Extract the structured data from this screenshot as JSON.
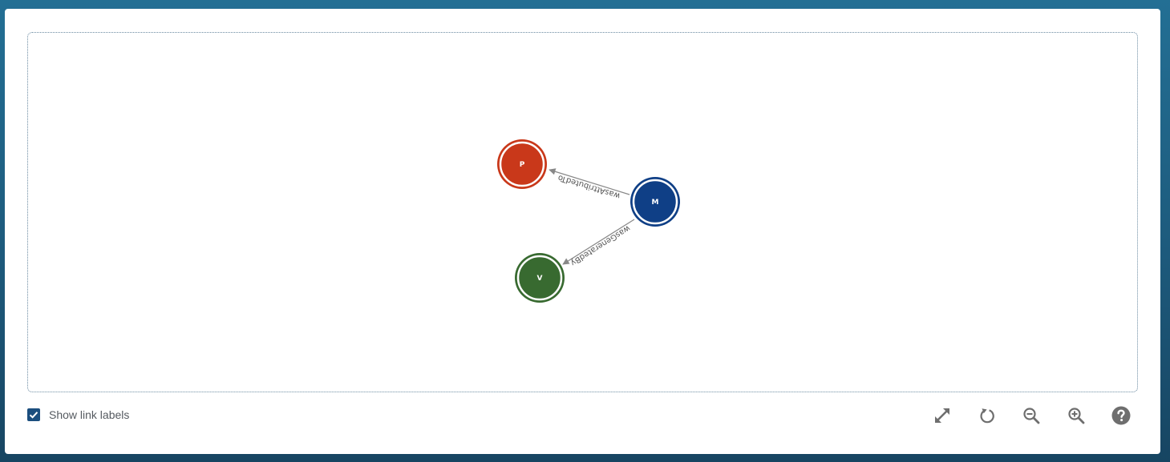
{
  "graph": {
    "nodes": [
      {
        "id": "P",
        "label": "P",
        "color": "#c9381a"
      },
      {
        "id": "M",
        "label": "M",
        "color": "#0f3f86"
      },
      {
        "id": "V",
        "label": "V",
        "color": "#386a30"
      }
    ],
    "links": [
      {
        "source": "M",
        "target": "P",
        "label": "wasAttributedTo"
      },
      {
        "source": "M",
        "target": "V",
        "label": "wasGeneratedBy"
      }
    ],
    "link_color": "#888888"
  },
  "footer": {
    "show_link_labels": {
      "label": "Show link labels",
      "checked": true
    }
  },
  "toolbar": {
    "icons": [
      "expand-icon",
      "reset-icon",
      "zoom-out-icon",
      "zoom-in-icon",
      "help-icon"
    ],
    "icon_color": "#6e6e6e"
  }
}
